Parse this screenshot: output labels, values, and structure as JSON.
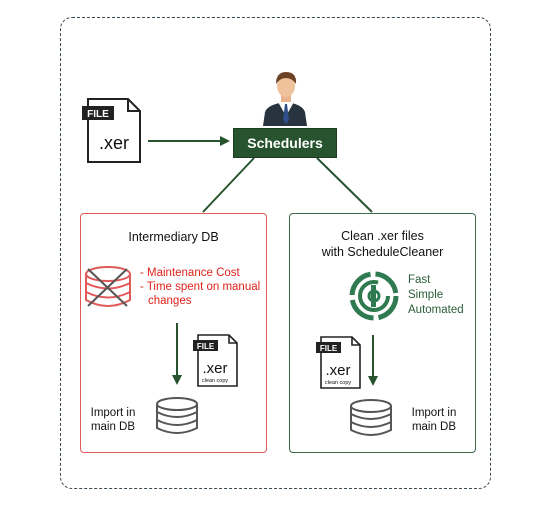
{
  "header": {
    "file_badge": "FILE",
    "file_ext": ".xer",
    "schedulers_label": "Schedulers"
  },
  "left_panel": {
    "title": "Intermediary DB",
    "issues": [
      "- Maintenance Cost",
      "- Time spent on manual",
      "changes"
    ],
    "file_badge": "FILE",
    "file_ext": ".xer",
    "file_caption": "clean copy",
    "import_label_line1": "Import in",
    "import_label_line2": "main DB"
  },
  "right_panel": {
    "title_line1": "Clean .xer files",
    "title_line2": "with ScheduleCleaner",
    "features": [
      "Fast",
      "Simple",
      "Automated"
    ],
    "file_badge": "FILE",
    "file_ext": ".xer",
    "file_caption": "clean copy",
    "import_label_line1": "Import in",
    "import_label_line2": "main DB"
  },
  "colors": {
    "green": "#27542f",
    "red": "#e0231b",
    "panel_red_border": "#e05a5a",
    "panel_green_border": "#3d6b4c"
  }
}
